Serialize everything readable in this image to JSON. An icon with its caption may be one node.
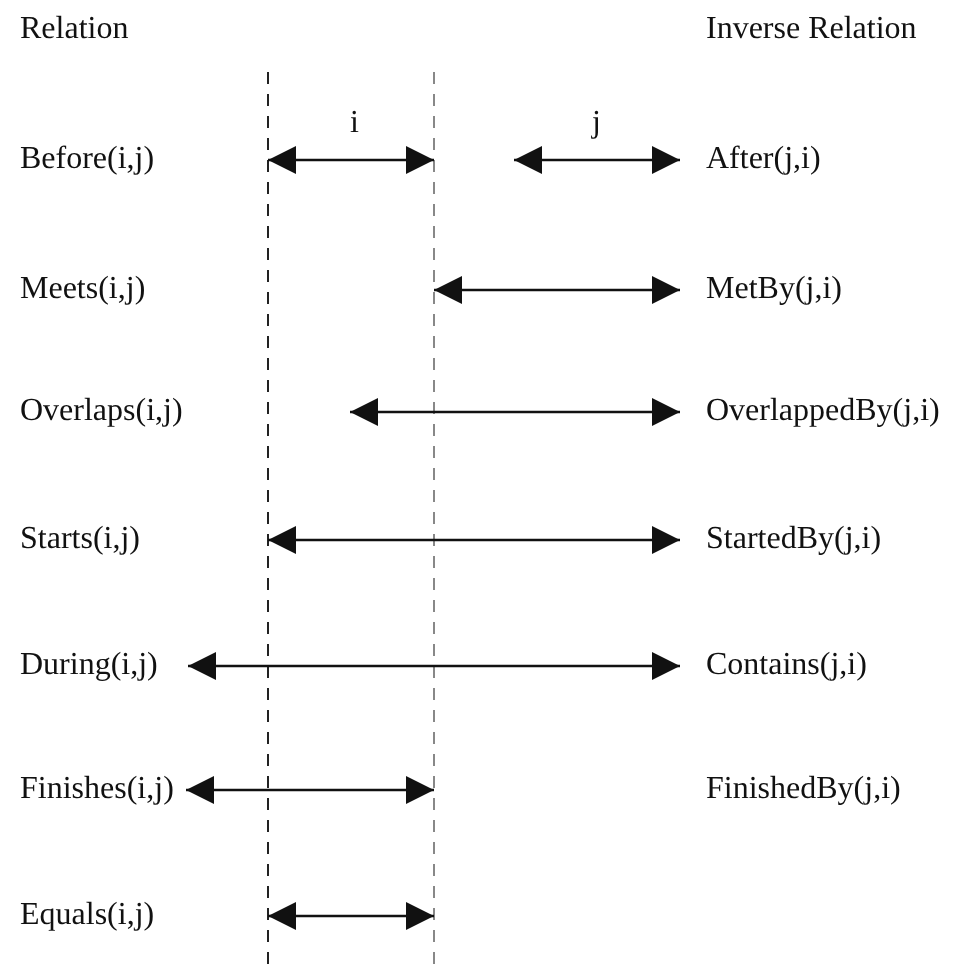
{
  "diagram": {
    "labels": [
      "Relation",
      "Inverse Relation",
      "Before(i,j)",
      "i",
      "j",
      "After(j,i)",
      "Meets(i,j)",
      "MetBy(j,i)",
      "Overlaps(i,j)",
      "OverlappedBy(j,i)",
      "Starts(i,j)",
      "StartedBy(j,i)",
      "During(i,j)",
      "Contains(j,i)",
      "Finishes(i,j)",
      "FinishedBy(j,i)",
      "Equals(i,j)"
    ]
  }
}
